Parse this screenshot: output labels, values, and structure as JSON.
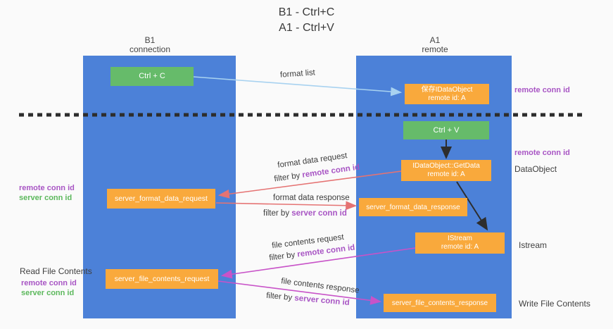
{
  "title": {
    "line1": "B1 - Ctrl+C",
    "line2": "A1 - Ctrl+V"
  },
  "lanes": {
    "left": {
      "name": "B1",
      "role": "connection"
    },
    "right": {
      "name": "A1",
      "role": "remote"
    }
  },
  "nodes": {
    "ctrl_c": "Ctrl + C",
    "ctrl_v": "Ctrl + V",
    "saved_dataobject": {
      "line1": "保存IDataObject",
      "line2": "remote id: A"
    },
    "getdata": {
      "line1": "IDataObject::GetData",
      "line2": "remote id: A"
    },
    "istream": {
      "line1": "IStream",
      "line2": "remote id: A"
    },
    "format_request": "server_format_data_request",
    "format_response": "server_format_data_response",
    "file_request": "server_file_contents_request",
    "file_response": "server_file_contents_response"
  },
  "edges": {
    "format_list": "format list",
    "format_data_request": "format data request",
    "format_data_response": "format data response",
    "file_contents_request": "file contents request",
    "file_contents_response": "file contents response",
    "filter_prefix": "filter by ",
    "remote_conn_id": "remote conn id",
    "server_conn_id": "server conn id"
  },
  "annotations": {
    "right_remote_conn_id_top": "remote conn id",
    "right_remote_conn_id_mid": "remote conn id",
    "right_dataobject": "DataObject",
    "right_istream": "Istream",
    "right_write_file_contents": "Write File Contents",
    "left_remote_conn_id_1": "remote conn id",
    "left_server_conn_id_1": "server conn id",
    "left_read_file_contents": "Read File Contents",
    "left_remote_conn_id_2": "remote conn id",
    "left_server_conn_id_2": "server conn id"
  },
  "colors": {
    "background": "#fafafa",
    "lane_blue": "#4c81d8",
    "node_orange": "#f9a93c",
    "node_green": "#66bb6a",
    "arrow_light_blue": "#a8d2f0",
    "arrow_black": "#2d2d2d",
    "arrow_salmon": "#e57373",
    "arrow_magenta": "#c853c8",
    "text_purple": "#a855c4",
    "text_green": "#5cb85c",
    "dashed_divider": "#2d2d2d"
  }
}
